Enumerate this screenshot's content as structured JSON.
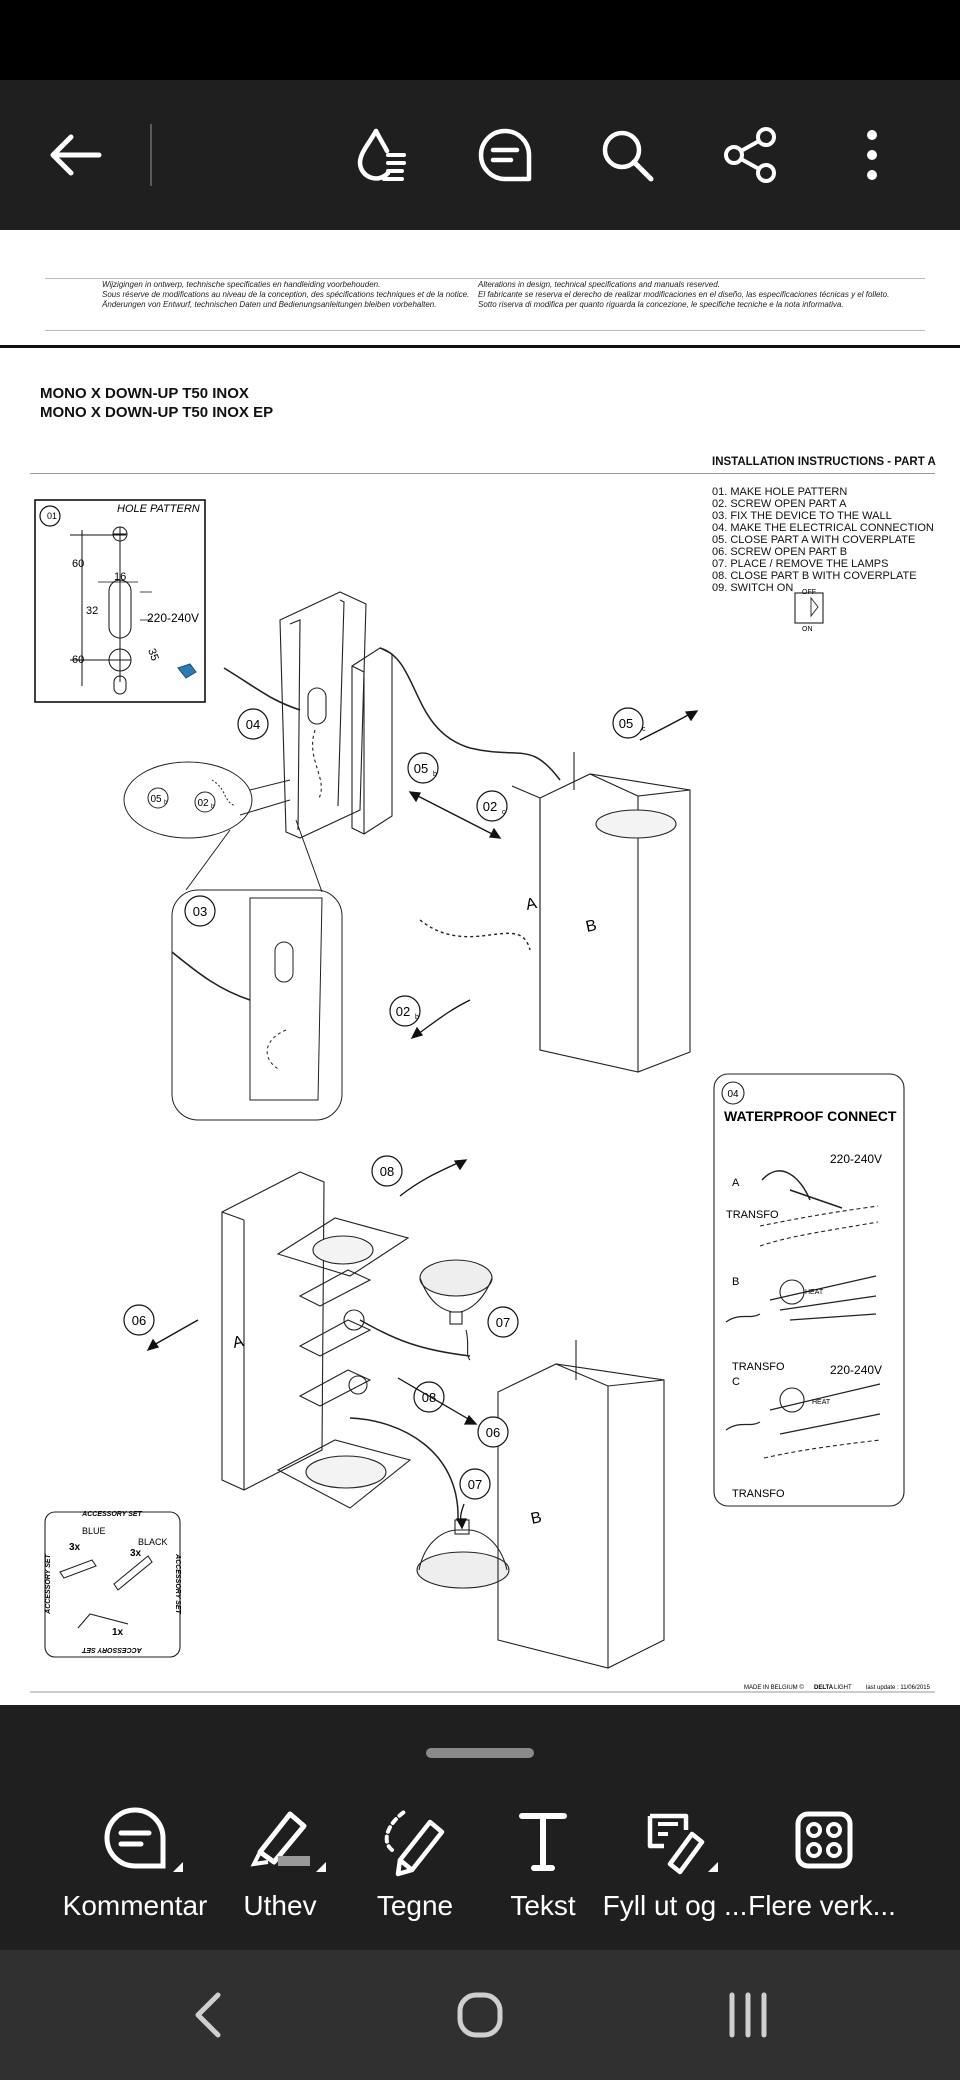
{
  "toolbar": {
    "back_icon": "arrow-left-icon",
    "icons": [
      "reading-mode-icon",
      "comment-icon",
      "search-icon",
      "share-icon",
      "more-vert-icon"
    ]
  },
  "document": {
    "disclaimer_left": [
      "Wijzigingen in ontwerp, technische specificaties en handleiding voorbehouden.",
      "Sous réserve de modifications au niveau de la conception, des spécifications techniques et de la notice.",
      "Änderungen von Entwurf, technischen Daten und Bedienungsanleitungen bleiben vorbehalten."
    ],
    "disclaimer_right": [
      "Alterations in design, technical specifications and manuals reserved.",
      "El fabricante se reserva el derecho de realizar modificaciones en el diseño, las especificaciones técnicas y el folleto.",
      "Sotto riserva di modifica per quanto riguarda la concezione, le specifiche tecniche e la nota informativa."
    ],
    "title_1": "MONO X DOWN-UP T50 INOX",
    "title_2": "MONO X DOWN-UP T50 INOX EP",
    "instructions_heading": "INSTALLATION INSTRUCTIONS - PART A",
    "steps": [
      "01. MAKE HOLE PATTERN",
      "02. SCREW OPEN PART A",
      "03. FIX THE DEVICE TO THE WALL",
      "04. MAKE THE ELECTRICAL CONNECTION",
      "05. CLOSE PART A WITH COVERPLATE",
      "06. SCREW OPEN PART B",
      "07. PLACE / REMOVE THE LAMPS",
      "08. CLOSE PART B WITH COVERPLATE",
      "09. SWITCH ON"
    ],
    "switch_off": "OFF",
    "switch_on": "ON",
    "hole_pattern": {
      "num": "01",
      "title": "HOLE PATTERN",
      "d60a": "60",
      "d16": "16",
      "d32": "32",
      "d35": "35",
      "d60b": "60",
      "voltage": "220-240V"
    },
    "callouts": {
      "c04": "04",
      "c05c": "05",
      "c05b": "05",
      "c02c": "02",
      "c05b_small": "05",
      "c02b_small": "02",
      "c03": "03",
      "c02b": "02",
      "c08": "08",
      "c06": "06",
      "c07a": "07",
      "c08b": "08",
      "c06b": "06",
      "c07b": "07"
    },
    "subscripts": {
      "c05c": "c",
      "c05b": "b",
      "c02c": "c",
      "c05b_small": "b",
      "c02b_small": "b",
      "c02b": "b"
    },
    "part_a": "A",
    "part_b": "B",
    "waterproof": {
      "num": "04",
      "title": "WATERPROOF CONNECT",
      "v1": "220-240V",
      "a": "A",
      "transfo1": "TRANSFO",
      "b": "B",
      "heat1": "HEAT",
      "transfo2": "TRANSFO",
      "v2": "220-240V",
      "c": "C",
      "heat2": "HEAT",
      "transfo3": "TRANSFO"
    },
    "accessory": {
      "title": "ACCESSORY SET",
      "side_left": "ACCESSORY SET",
      "side_right": "ACCESSORY SET",
      "bottom": "ACCESSORY SET",
      "blue": "BLUE",
      "black": "BLACK",
      "qty_blue": "3x",
      "qty_black": "3x",
      "qty_wire": "1x"
    },
    "footer": {
      "made_in": "MADE IN BELGIUM ©",
      "brand": "DELTA",
      "brand_light": "LIGHT",
      "update": "last update : 11/06/2015"
    }
  },
  "tools": [
    {
      "label": "Kommentar",
      "icon": "comment-icon"
    },
    {
      "label": "Uthev",
      "icon": "highlighter-icon"
    },
    {
      "label": "Tegne",
      "icon": "draw-pencil-icon"
    },
    {
      "label": "Tekst",
      "icon": "text-icon"
    },
    {
      "label": "Fyll ut og ...",
      "icon": "fill-sign-icon"
    },
    {
      "label": "Flere verk...",
      "icon": "more-tools-grid-icon"
    }
  ],
  "nav": {
    "icons": [
      "nav-back-icon",
      "nav-home-icon",
      "nav-recents-icon"
    ]
  }
}
